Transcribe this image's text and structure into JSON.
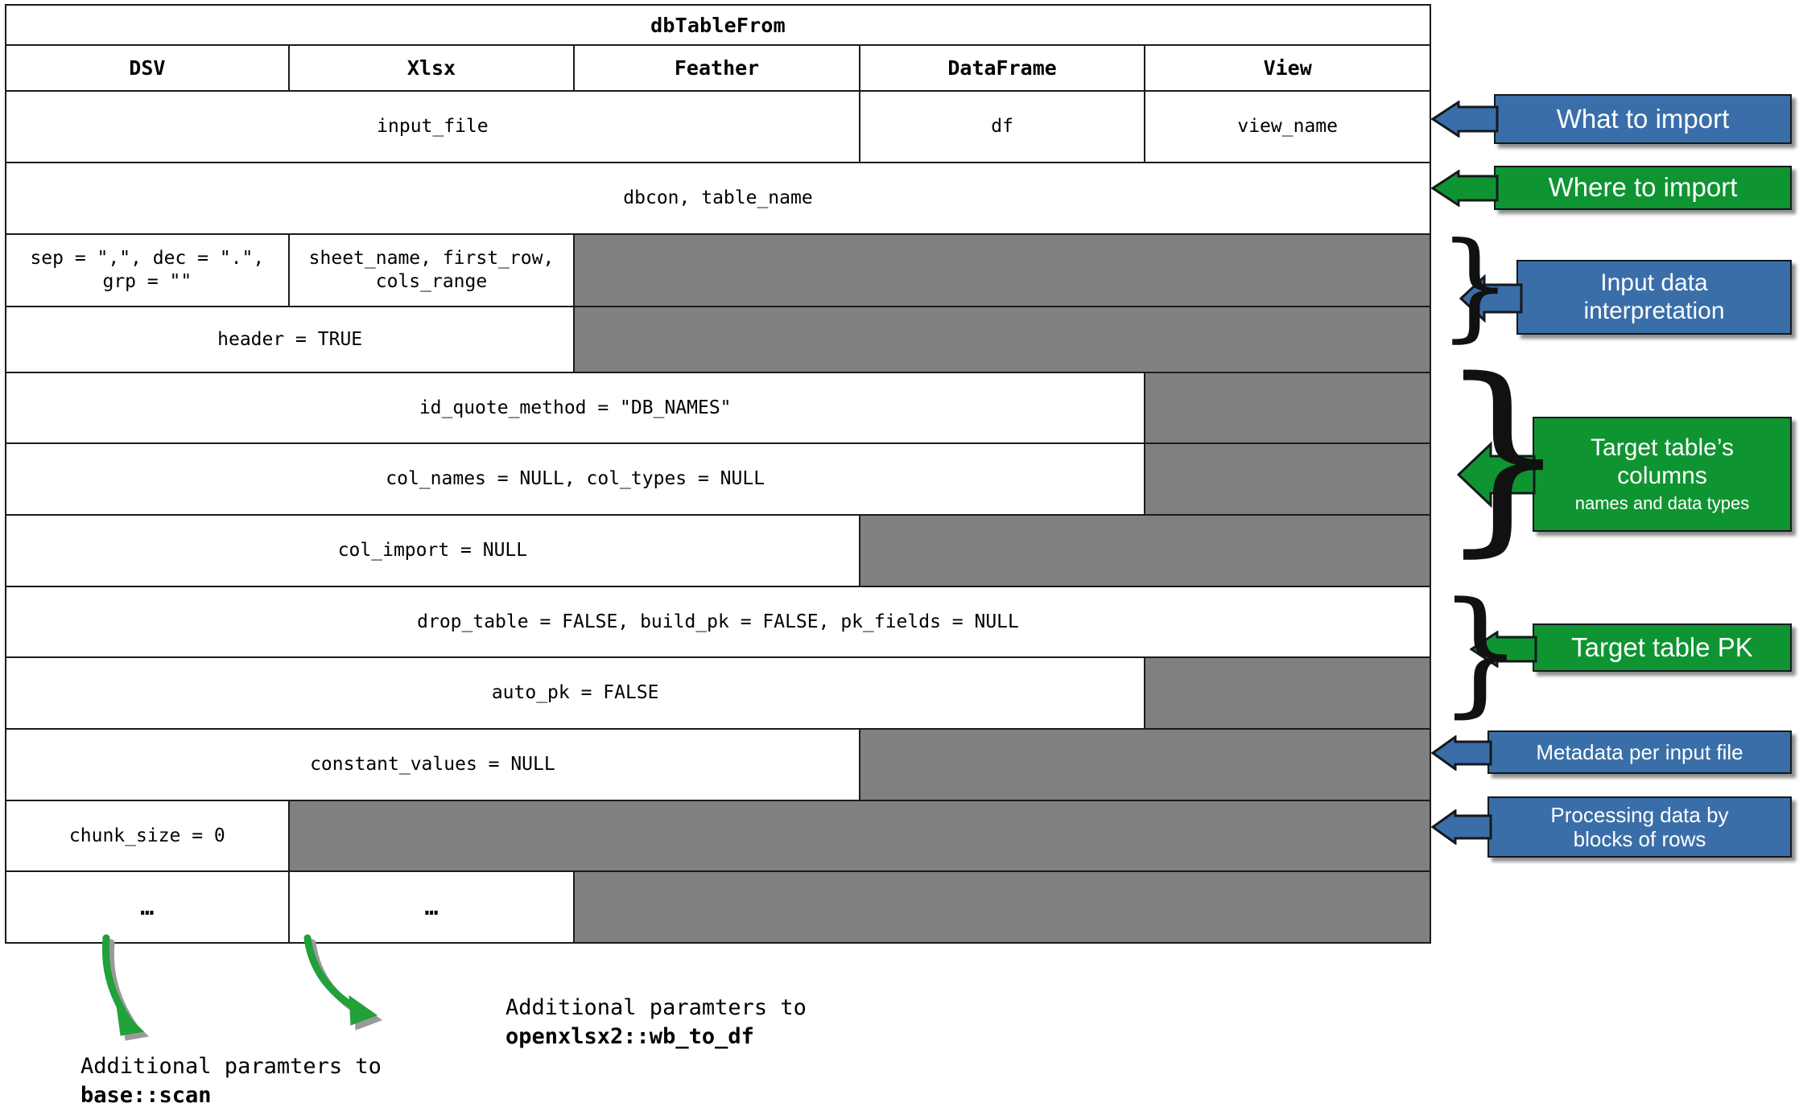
{
  "table": {
    "title": "dbTableFrom",
    "columns": [
      "DSV",
      "Xlsx",
      "Feather",
      "DataFrame",
      "View"
    ],
    "rows": [
      {
        "id": "what-to-import",
        "cells": [
          {
            "text": "input_file",
            "span": 3,
            "gray": false
          },
          {
            "text": "df",
            "span": 1,
            "gray": false
          },
          {
            "text": "view_name",
            "span": 1,
            "gray": false
          }
        ]
      },
      {
        "id": "where-to-import",
        "cells": [
          {
            "text": "dbcon, table_name",
            "span": 5,
            "gray": false
          }
        ]
      },
      {
        "id": "input-interpretation-1",
        "cells": [
          {
            "text": "sep = \",\", dec = \".\",\ngrp = \"\"",
            "span": 1,
            "gray": false
          },
          {
            "text": "sheet_name, first_row,\ncols_range",
            "span": 1,
            "gray": false
          },
          {
            "text": "",
            "span": 3,
            "gray": true
          }
        ]
      },
      {
        "id": "input-interpretation-2",
        "cells": [
          {
            "text": "header = TRUE",
            "span": 2,
            "gray": false
          },
          {
            "text": "",
            "span": 3,
            "gray": true
          }
        ]
      },
      {
        "id": "id-quote-method",
        "cells": [
          {
            "text": "id_quote_method = \"DB_NAMES\"",
            "span": 4,
            "gray": false
          },
          {
            "text": "",
            "span": 1,
            "gray": true
          }
        ]
      },
      {
        "id": "col-names-types",
        "cells": [
          {
            "text": "col_names = NULL, col_types = NULL",
            "span": 4,
            "gray": false
          },
          {
            "text": "",
            "span": 1,
            "gray": true
          }
        ]
      },
      {
        "id": "col-import",
        "cells": [
          {
            "text": "col_import = NULL",
            "span": 3,
            "gray": false
          },
          {
            "text": "",
            "span": 2,
            "gray": true
          }
        ]
      },
      {
        "id": "drop-build-pk",
        "cells": [
          {
            "text": "drop_table = FALSE, build_pk = FALSE, pk_fields = NULL",
            "span": 5,
            "gray": false
          }
        ]
      },
      {
        "id": "auto-pk",
        "cells": [
          {
            "text": "auto_pk = FALSE",
            "span": 4,
            "gray": false
          },
          {
            "text": "",
            "span": 1,
            "gray": true
          }
        ]
      },
      {
        "id": "constant-values",
        "cells": [
          {
            "text": "constant_values = NULL",
            "span": 3,
            "gray": false
          },
          {
            "text": "",
            "span": 2,
            "gray": true
          }
        ]
      },
      {
        "id": "chunk-size",
        "cells": [
          {
            "text": "chunk_size = 0",
            "span": 1,
            "gray": false
          },
          {
            "text": "",
            "span": 4,
            "gray": true
          }
        ]
      },
      {
        "id": "ellipsis",
        "cells": [
          {
            "text": "…",
            "span": 1,
            "gray": false,
            "dots": true
          },
          {
            "text": "…",
            "span": 1,
            "gray": false,
            "dots": true
          },
          {
            "text": "",
            "span": 3,
            "gray": true
          }
        ]
      }
    ]
  },
  "callouts": [
    {
      "id": "what-to-import",
      "label": "What to import",
      "color": "blue",
      "sub": ""
    },
    {
      "id": "where-to-import",
      "label": "Where to import",
      "color": "green",
      "sub": ""
    },
    {
      "id": "input-interpretation",
      "label": "Input data\ninterpretation",
      "color": "blue",
      "sub": ""
    },
    {
      "id": "target-columns",
      "label": "Target table’s\ncolumns",
      "color": "green",
      "sub": "names and data types"
    },
    {
      "id": "target-pk",
      "label": "Target table PK",
      "color": "green",
      "sub": ""
    },
    {
      "id": "metadata-per-file",
      "label": "Metadata per input file",
      "color": "blue",
      "sub": ""
    },
    {
      "id": "processing-blocks",
      "label": "Processing data by\nblocks of rows",
      "color": "blue",
      "sub": ""
    }
  ],
  "notes": [
    {
      "id": "dsv-note",
      "line1": "Additional paramters to",
      "line2": "base::scan"
    },
    {
      "id": "xlsx-note",
      "line1": "Additional paramters to",
      "line2": "openxlsx2::wb_to_df"
    }
  ],
  "colors": {
    "blue": "#3a6ea8",
    "green": "#0f9432",
    "disabled_cell": "#808080",
    "border": "#1b1b1b",
    "arrow_curve": "#22a03a"
  }
}
